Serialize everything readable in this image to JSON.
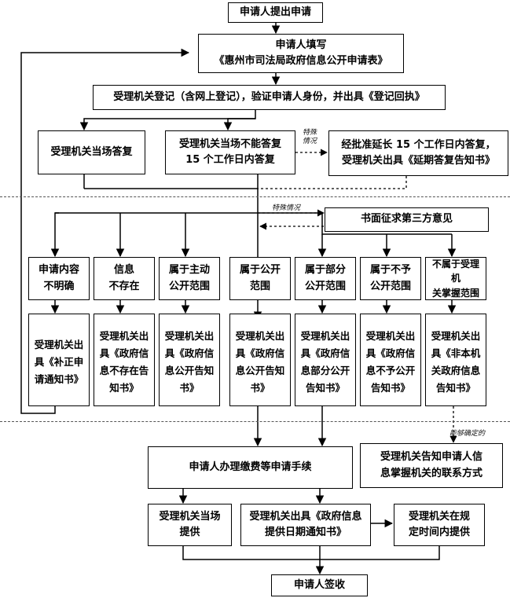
{
  "nodes": {
    "submit": "申请人提出申请",
    "fill_line1": "申请人填写",
    "fill_line2": "《惠州市司法局政府信息公开申请表》",
    "register": "受理机关登记（含网上登记），验证申请人身份，并出具《登记回执》",
    "reply_spot": "受理机关当场答复",
    "reply_15_line1": "受理机关当场不能答复",
    "reply_15_line2": "15 个工作日内答复",
    "extend_line1": "经批准延长 15 个工作日内答复，",
    "extend_line2": "受理机关出具《延期答复告知书》",
    "third_party": "书面征求第三方意见",
    "cat_unclear_1": "申请内容",
    "cat_unclear_2": "不明确",
    "cat_nonexist_1": "信息",
    "cat_nonexist_2": "不存在",
    "cat_active_1": "属于主动",
    "cat_active_2": "公开范围",
    "cat_public_1": "属于公开",
    "cat_public_2": "范围",
    "cat_partial_1": "属于部分",
    "cat_partial_2": "公开范围",
    "cat_notpub_1": "属于不予",
    "cat_notpub_2": "公开范围",
    "cat_notmine_1": "不属于受理机",
    "cat_notmine_2": "关掌握范围",
    "doc_supplement": "受理机关出具《补正申请通知书》",
    "doc_nonexist": "受理机关出具《政府信息不存在告知书》",
    "doc_active": "受理机关出具《政府信息公开告知书》",
    "doc_public": "受理机关出具《政府信息公开告知书》",
    "doc_partial": "受理机关出具《政府信息部分公开告知书》",
    "doc_notpub": "受理机关出具《政府信息不予公开告知书》",
    "doc_notmine": "受理机关出具《非本机关政府信息告知书》",
    "pay_fees": "申请人办理缴费等申请手续",
    "inform_contact_1": "受理机关告知申请人信",
    "inform_contact_2": "息掌握机关的联系方式",
    "provide_spot_1": "受理机关当场",
    "provide_spot_2": "提供",
    "provide_date_1": "受理机关出具《政府信息",
    "provide_date_2": "提供日期通知书》",
    "provide_later_1": "受理机关在规",
    "provide_later_2": "定时间内提供",
    "sign": "申请人签收"
  },
  "notes": {
    "special_1": "特殊情况",
    "special_2": "特殊情况",
    "determinable": "能够确定的"
  }
}
